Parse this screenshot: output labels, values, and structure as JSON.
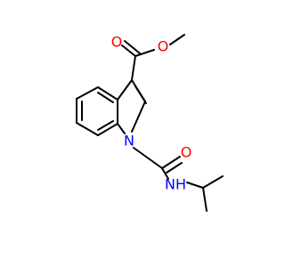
{
  "diagram_type": "chemical-structure",
  "colors": {
    "bond": "#000000",
    "oxygen": "#ff0000",
    "nitrogen": "#0000ff",
    "background": "#ffffff"
  },
  "atoms": {
    "ester_carbonyl_oxygen": "O",
    "ester_oxygen": "O",
    "indole_nitrogen": "N",
    "amide_oxygen": "O",
    "amide_nitrogen": "NH"
  }
}
